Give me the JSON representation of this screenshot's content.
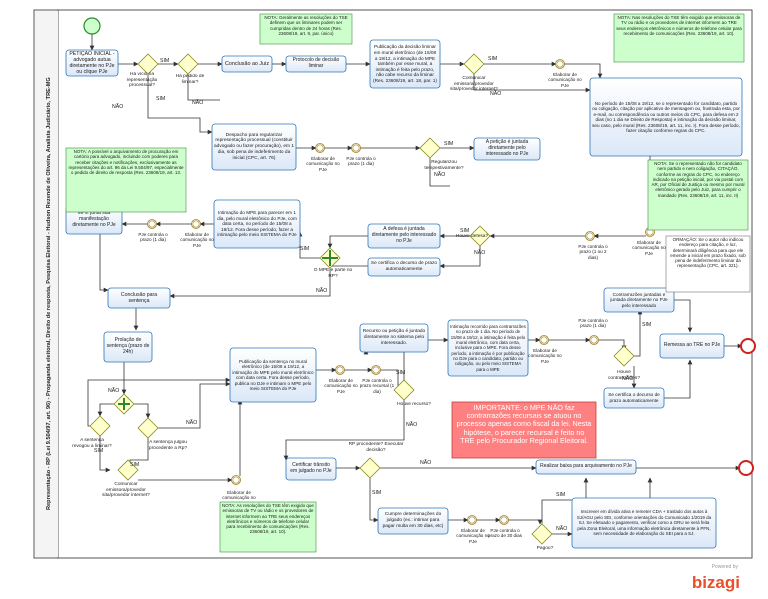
{
  "lane_title": "Representação - RP (Lei 9.504/97, art. 96) - Propaganda eleitoral, Direito de resposta, Pesquisa Eleitoral - Hudson Rezende de Oliveira, Analista Judiciário, TRE-MG",
  "tasks": {
    "peticao": "PETIÇÃO INICIAL - advogado autua diretamente no PJe ou clique PJe",
    "conclusao_juiz": "Conclusão ao Juiz",
    "protocolo_liminar": "Protocolo de decisão liminar",
    "publicacao_liminar": "Publicação da decisão liminar em mural eletrônico (de 15/08 a 19/12, a intimação do MPE também por esse mural, a intimação é feita pelo prazo, não cabe recurso da liminar (Res. 23608/19, art. 18, par. 1)",
    "prazo_defesa_info": "No período de 15/08 a 19/12, se o representado for candidato, partido ou coligação, citação por aplicativo de mensagem ou, frustrada esta, por e-mail, ou correspondência ou outros meios do CPC, para defesa em 2 dias (no 1 dia se Direito de Resposta) e intimação da decisão liminar, seu caso, pelo mural (Res. 23608/19, art. 11, inc. I). Fora desse período, fazer citação conforme regras do CPC.",
    "despacho": "Despacho para regularizar representação processual (constituir advogado ou fazer procuração), em 1 dia, sob pena de indeferimento da inicial (CPC, art. 76)",
    "peticao_juntada": "A petição é juntada diretamente pelo interessado no PJe",
    "defesa_juntada": "A defesa é juntada diretamente pelo interessado no PJe",
    "intimacao_mpe": "Intimação do MPE para parecer em 1 dia, pelo mural eletrônico do PJe, com data certa, no período de 15/08 a 19/12. Fora desse período, fazer a intimação pelo meio SISTEMA do PJe",
    "certifica_decurso1": "Se certifica o decurso de prazo automaticamente",
    "mpe_junta": "MPE junta sua manifestação diretamente no PJe",
    "conclusao_sentenca": "Conclusão para sentença",
    "prolacao": "Prolação de sentença (prazo de 24h)",
    "publicacao_sentenca": "Publicação da sentença no mural eletrônico (de 15/08 a 19/12, a intimação do MPE pelo mural eletrônico com data certa. Fora desse período, publica no DJe e intimam o MPE pelo meio SISTEMA do PJe",
    "recurso_juntado": "Recurso ou petição é juntado diretamente no sistema pelo interessado.",
    "intimacao_contrarrazoes": "Intimação recorrido para contrarrazões no prazo de 1 dia. No período de 15/08 a 19/12, a intimação é feita pelo mural eletrônico, com data certa, inclusive para o MPE. Fora desse período, a intimação é por publicação no DJe para o candidato, partido ou coligação, ou pelo meio SISTEMA para o MPE",
    "contrarrazoes_juntada": "Contrarrazões juntadas e juntada diretamente no PJe pelo interessado",
    "certifica_decurso2": "Se certifica o decurso de prazo automaticamente",
    "remessa_tre": "Remessa ao TRE no PJe",
    "certificar_transito": "Certificar trânsito em julgado no PJe",
    "cumprir": "Cumpre determinações do julgado (ex.: intimar para pagar multa em 30 dias, etc)",
    "realizar_baixa": "Realizar baixa para arquivamento no PJe",
    "inscrever": "Inscrever em dívida ativa e remeter CDA + traslado dos autos à SJ/AGU pelo SEI, conforme orientações do Comunicado 1/2019 da SJ. Se efetuado o pagamento, verificar como a GRU se será feita pela Zona Eleitoral, uma informação eletrônica diretamente à PFN, sem necessidade de elaboração do SEI para a SJ."
  },
  "events": {
    "elab_com_1": "Elaborar de comunicação no PJe",
    "elab_com_2": "Elaborar de comunicação no PJe",
    "elab_com_3": "Elaborar de comunicação no PJe",
    "elab_com_4": "Elaborar de comunicação no PJe",
    "elab_com_5": "Elaborar de comunicação no PJe",
    "elab_com_6": "Elaborar de comunicação no PJe",
    "elab_com_7": "Elaborar de comunicação no PJe",
    "elab_com_8": "Elaborar de comunicação no PJe",
    "elab_com_9": "Elaborar de comunicação no PJe",
    "controle_1dia_a": "PJe controla o prazo (1 dia)",
    "controle_1dia_b": "PJe controla o prazo (1 dia)",
    "controle_2dias": "PJe controla o prazo (1 ou 2 dias)",
    "controle_recursal": "PJe controla o prazo recursal (1 dia)",
    "controle_1dia_c": "PJe controla o prazo (1 dia)",
    "controle_30": "PJe controla o prazo de 30 dias",
    "prazo_1dia_mpe": "PJe controla o prazo (1 dia)"
  },
  "gateways": {
    "advogado": "Há vício na representação processual?",
    "liminar": "Há pedido de liminar?",
    "comunicar_internet": "Comunicar emissora/provedor sita/provedor internet?",
    "regulariza": "Regularizou tempestivamente?",
    "houve_defesa": "Houve defesa?",
    "mpe_parte": "O MPE é parte no RP?",
    "sentenca_procedente": "A sentença julgou procedente a Rp?",
    "revogou": "A sentença revogou a liminar?",
    "comunicar2": "Comunicar emissora/provedor sita/provedor internet?",
    "houve_recurso": "Houve recurso?",
    "houve_contrarrazoes": "Houve contrarrazões?",
    "executar": "RP procedente? Executar decisão?",
    "pagou": "Pagou?"
  },
  "labels": {
    "sim": "SIM",
    "nao": "NÃO"
  },
  "notes": {
    "n1": "NOTA: Geralmente as resoluções do TSE definem que os liminares podem ser cumpridas dentro de 24 horas (Res. 23608/19, art. 9, par. único)",
    "n2": "NOTA: Nas resoluções do TSE têm exigido que emissoras de TV ou rádio e os provedores de internet informem ao TRE seus endereços eletrônicos e números de telefone celular para recebimento de comunicações (Res. 23608/19, art. 10).",
    "n3": "NOTA: A possível o arquivamento de procuração em cartório para advogado, incluindo com poderes para receber citações e notificações, exclusivamente as representações do art. 96 da Lei 9.504/97, especialmente o pedido de direito de resposta (Res. 23608/19, art. 13.",
    "n4": "NOTA: Se o representado não for candidato nem partido e nem coligação, CITAÇÃO, conforme as regras do CPC, no endereço indicado na petição inicial, por via postal com AR, por Oficial de Justiça ou mesmo por mural eletrônico gerado pelo Juiz, para cumprir o mandado (Res. 23608/19, art. 11, inc. II)",
    "n5": "ORMAÇÃO: Se o autor não indicou endereço para citação, e luz, determinará diligência para que ele emende a inicial em prazo fixado, sob pena de indeferimento liminar da representação (CPC, art. 321).",
    "n6": "NOTA: As resoluções do TSE têm exigido que emissoras de TV ou rádio e os provedores de internet informem ao TRE seus endereços eletrônicos e números de telefone celular para recebimento de comunicações (Res. 23608/19, art. 10)."
  },
  "important": "IMPORTANTE: o MPE NÃO faz contrarrazões recursais se atuou no processo apenas como fiscal da lei. Nesta hipótese, o parecer recursal é feito no TRE pelo Procurador Regional Eleitoral.",
  "watermark": {
    "powered": "Powered by",
    "brand": "bizagi"
  },
  "colors": {
    "task_fill": "#e8f0fb",
    "task_stroke": "#2e75b6",
    "gateway_fill": "#ffffcc",
    "note_fill": "#ccffcc",
    "important_fill": "#ff8080",
    "start_fill": "#ccffcc",
    "end_stroke": "#d02020",
    "brand": "#e8502a"
  }
}
